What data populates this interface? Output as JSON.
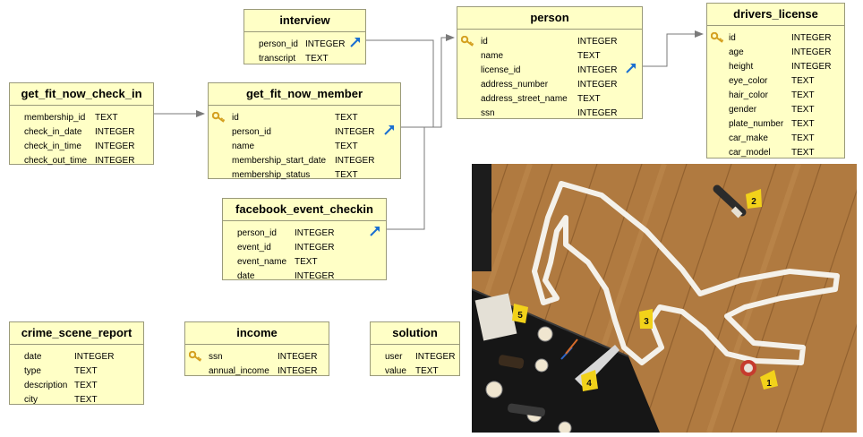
{
  "tables": {
    "interview": {
      "title": "interview",
      "fields": [
        {
          "name": "person_id",
          "type": "INTEGER"
        },
        {
          "name": "transcript",
          "type": "TEXT"
        }
      ]
    },
    "person": {
      "title": "person",
      "fields": [
        {
          "name": "id",
          "type": "INTEGER"
        },
        {
          "name": "name",
          "type": "TEXT"
        },
        {
          "name": "license_id",
          "type": "INTEGER"
        },
        {
          "name": "address_number",
          "type": "INTEGER"
        },
        {
          "name": "address_street_name",
          "type": "TEXT"
        },
        {
          "name": "ssn",
          "type": "INTEGER"
        }
      ]
    },
    "drivers_license": {
      "title": "drivers_license",
      "fields": [
        {
          "name": "id",
          "type": "INTEGER"
        },
        {
          "name": "age",
          "type": "INTEGER"
        },
        {
          "name": "height",
          "type": "INTEGER"
        },
        {
          "name": "eye_color",
          "type": "TEXT"
        },
        {
          "name": "hair_color",
          "type": "TEXT"
        },
        {
          "name": "gender",
          "type": "TEXT"
        },
        {
          "name": "plate_number",
          "type": "TEXT"
        },
        {
          "name": "car_make",
          "type": "TEXT"
        },
        {
          "name": "car_model",
          "type": "TEXT"
        }
      ]
    },
    "get_fit_now_check_in": {
      "title": "get_fit_now_check_in",
      "fields": [
        {
          "name": "membership_id",
          "type": "TEXT"
        },
        {
          "name": "check_in_date",
          "type": "INTEGER"
        },
        {
          "name": "check_in_time",
          "type": "INTEGER"
        },
        {
          "name": "check_out_time",
          "type": "INTEGER"
        }
      ]
    },
    "get_fit_now_member": {
      "title": "get_fit_now_member",
      "fields": [
        {
          "name": "id",
          "type": "TEXT"
        },
        {
          "name": "person_id",
          "type": "INTEGER"
        },
        {
          "name": "name",
          "type": "TEXT"
        },
        {
          "name": "membership_start_date",
          "type": "INTEGER"
        },
        {
          "name": "membership_status",
          "type": "TEXT"
        }
      ]
    },
    "facebook_event_checkin": {
      "title": "facebook_event_checkin",
      "fields": [
        {
          "name": "person_id",
          "type": "INTEGER"
        },
        {
          "name": "event_id",
          "type": "INTEGER"
        },
        {
          "name": "event_name",
          "type": "TEXT"
        },
        {
          "name": "date",
          "type": "INTEGER"
        }
      ]
    },
    "crime_scene_report": {
      "title": "crime_scene_report",
      "fields": [
        {
          "name": "date",
          "type": "INTEGER"
        },
        {
          "name": "type",
          "type": "TEXT"
        },
        {
          "name": "description",
          "type": "TEXT"
        },
        {
          "name": "city",
          "type": "TEXT"
        }
      ]
    },
    "income": {
      "title": "income",
      "fields": [
        {
          "name": "ssn",
          "type": "INTEGER"
        },
        {
          "name": "annual_income",
          "type": "INTEGER"
        }
      ]
    },
    "solution": {
      "title": "solution",
      "fields": [
        {
          "name": "user",
          "type": "INTEGER"
        },
        {
          "name": "value",
          "type": "TEXT"
        }
      ]
    }
  },
  "photo": {
    "evidence_markers": [
      "1",
      "2",
      "3",
      "4",
      "5"
    ]
  },
  "colors": {
    "table_fill": "#ffffc6",
    "table_border": "#9a9a7a",
    "key_icon": "#d4a020",
    "relation_icon": "#1a6fd1",
    "connector": "#7a7a7a",
    "floor": "#b07a40",
    "tape": "#f4f1ea",
    "marker": "#f2d21a"
  }
}
